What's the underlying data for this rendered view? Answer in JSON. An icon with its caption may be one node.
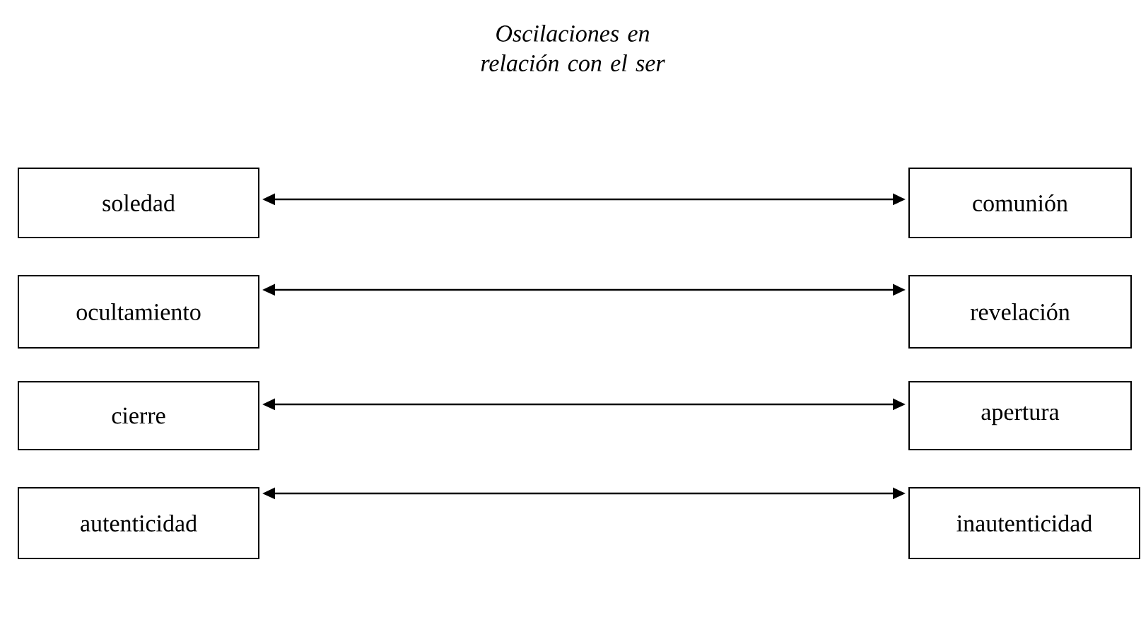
{
  "diagram": {
    "title": "Oscilaciones en relación con el ser",
    "nodes": [
      {
        "text": [
          "soledad"
        ]
      },
      {
        "text": [
          "comunión"
        ]
      },
      {
        "text": [
          "ocultamiento"
        ]
      },
      {
        "text": [
          "revelación"
        ]
      },
      {
        "text": [
          "cierre"
        ]
      },
      {
        "text": [
          "apertura"
        ]
      },
      {
        "text": [
          "autenticidad"
        ]
      },
      {
        "text": [
          "inautenticidad"
        ]
      }
    ],
    "edges": [
      {
        "from": 0,
        "to": 1,
        "arrow": "both"
      },
      {
        "from": 2,
        "to": 3,
        "arrow": "both"
      },
      {
        "from": 4,
        "to": 5,
        "arrow": "both"
      },
      {
        "from": 6,
        "to": 7,
        "arrow": "both"
      }
    ]
  }
}
